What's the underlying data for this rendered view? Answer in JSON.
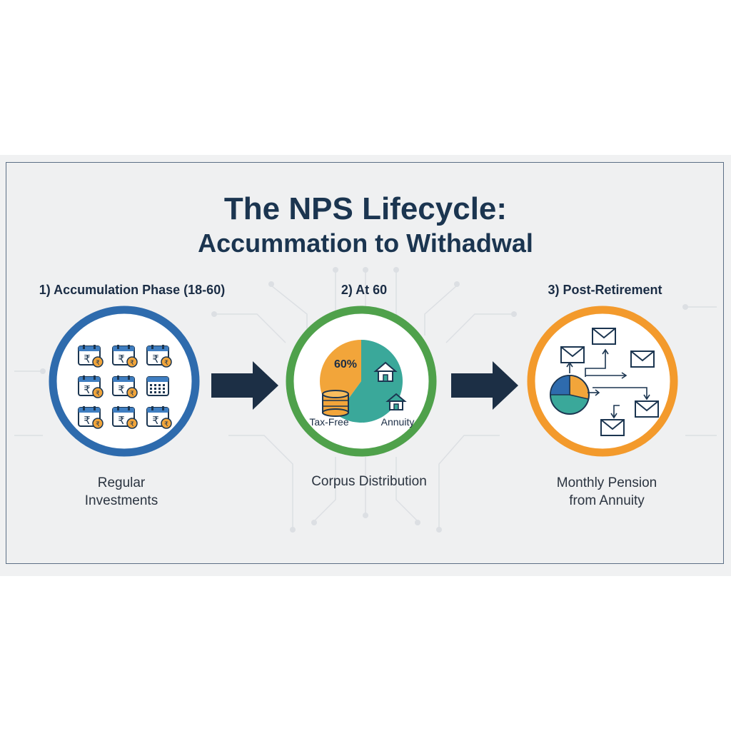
{
  "title": {
    "line1": "The NPS Lifecycle:",
    "line2": "Accummation to Withadwal"
  },
  "phases": [
    {
      "label": "1) Accumulation Phase (18-60)",
      "caption_line1": "Regular",
      "caption_line2": "Investments",
      "ring_color": "#2e6bad"
    },
    {
      "label": "2) At 60",
      "caption_line1": "Corpus Distribution",
      "ring_color": "#4fa14b",
      "pie": {
        "percent_label": "60%",
        "slices": [
          {
            "label": "Tax-Free",
            "fraction": 0.4,
            "color": "#f2a53a"
          },
          {
            "label": "Annuity",
            "fraction": 0.6,
            "color": "#3aa89a"
          }
        ]
      }
    },
    {
      "label": "3) Post-Retirement",
      "caption_line1": "Monthly Pension",
      "caption_line2": "from Annuity",
      "ring_color": "#f39a2c"
    }
  ],
  "colors": {
    "arrow": "#1c2f45",
    "navy": "#1b3550",
    "coin": "#f2a53a",
    "teal": "#3aa89a",
    "blue": "#2e6bad"
  },
  "icons": {
    "calendar": "calendar-rupee-icon",
    "calendar_grid": "calendar-grid-icon",
    "coins": "coin-stack-icon",
    "house": "house-icon",
    "envelope": "envelope-icon",
    "pie": "pie-chart-icon"
  }
}
